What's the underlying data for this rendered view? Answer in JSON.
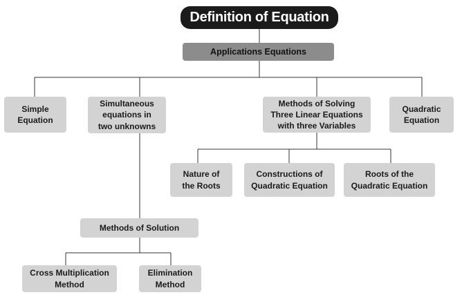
{
  "title": "Definition of Equation",
  "applications": "Applications Equations",
  "simple": [
    "Simple",
    "Equation"
  ],
  "simultaneous": [
    "Simultaneous",
    "equations in",
    "two unknowns"
  ],
  "methods_solving": [
    "Methods of Solving",
    "Three Linear Equations",
    "with three Variables"
  ],
  "quadratic": [
    "Quadratic",
    "Equation"
  ],
  "nature": [
    "Nature of",
    "the Roots"
  ],
  "constructions": [
    "Constructions of",
    "Quadratic Equation"
  ],
  "roots": [
    "Roots of the",
    "Quadratic Equation"
  ],
  "methods_solution": "Methods of Solution",
  "cross": [
    "Cross Multiplication",
    "Method"
  ],
  "elimination": [
    "Elimination",
    "Method"
  ],
  "colors": {
    "title_bg": "#1b1b1b",
    "apps_bg": "#8c8c8c",
    "node_bg": "#d3d3d3",
    "line": "#333333"
  }
}
